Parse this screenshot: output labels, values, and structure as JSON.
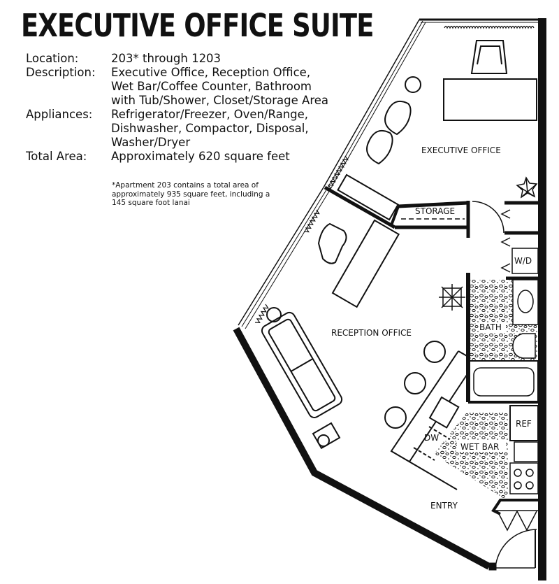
{
  "title": "EXECUTIVE OFFICE SUITE",
  "specs": [
    {
      "label": "Location:",
      "value": "203* through 1203"
    },
    {
      "label": "Description:",
      "value": "Executive Office, Reception Office,\nWet Bar/Coffee Counter, Bathroom\nwith Tub/Shower, Closet/Storage Area"
    },
    {
      "label": "Appliances:",
      "value": "Refrigerator/Freezer, Oven/Range,\nDishwasher, Compactor, Disposal,\nWasher/Dryer"
    },
    {
      "label": "Total Area:",
      "value": "Approximately 620 square feet"
    }
  ],
  "footnote": "*Apartment 203 contains a total area of\napproximately 935 square feet, including a\n145 square foot lanai",
  "floor_plan": {
    "rooms": {
      "executive_office": "EXECUTIVE OFFICE",
      "storage": "STORAGE",
      "washer_dryer": "W/D",
      "bath": "BATH",
      "reception_office": "RECEPTION OFFICE",
      "dishwasher": "DW",
      "refrigerator": "REF",
      "wet_bar": "WET BAR",
      "entry": "ENTRY"
    }
  }
}
